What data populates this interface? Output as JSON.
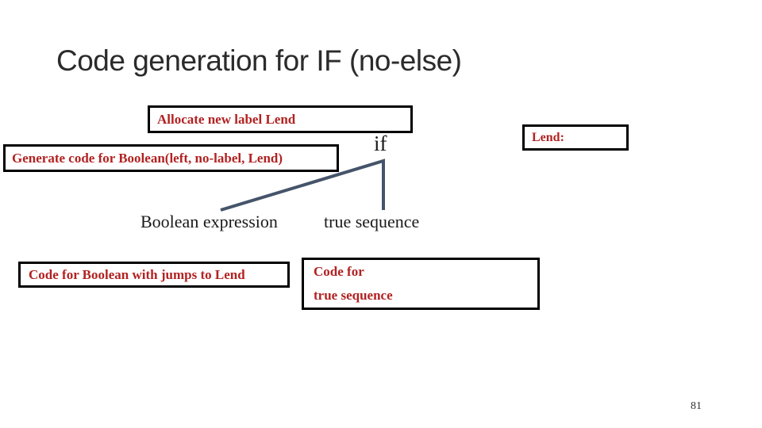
{
  "slide": {
    "title": "Code generation for IF (no-else)",
    "page_number": "81",
    "colors": {
      "annotation_text": "#b22222",
      "box_border": "#000000",
      "tree_line": "#44546a",
      "title_text": "#2b2b2b"
    }
  },
  "boxes": {
    "allocate": {
      "label": "Allocate new label Lend"
    },
    "generate": {
      "label": "Generate code for Boolean(left, no-label, Lend)"
    },
    "lend": {
      "label": "Lend:"
    },
    "code_boolean": {
      "label": "Code for Boolean with jumps to Lend"
    },
    "code_true": {
      "line1": "Code for",
      "line2": "true sequence"
    }
  },
  "tree": {
    "root": "if",
    "left_child": "Boolean expression",
    "right_child": "true sequence"
  }
}
